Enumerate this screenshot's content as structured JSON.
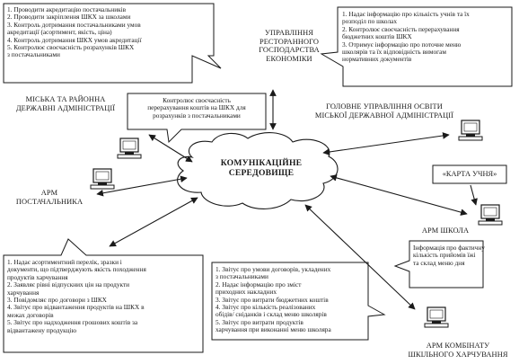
{
  "central": {
    "line1": "КОМУНІКАЦІЙНЕ",
    "line2": "СЕРЕДОВИЩЕ"
  },
  "nodes": {
    "municipal": {
      "line1": "МІСЬКА ТА РАЙОННА",
      "line2": "ДЕРЖАВНІ АДМІНІСТРАЦІЇ"
    },
    "restaurant": {
      "line1": "УПРАВЛІННЯ",
      "line2": "РЕСТОРАННОГО",
      "line3": "ГОСПОДАРСТВА",
      "line4": "ЕКОНОМІКИ"
    },
    "education": {
      "line1": "ГОЛОВНЕ УПРАВЛІННЯ ОСВІТИ",
      "line2": "МІСЬКОЇ ДЕРЖАВНОЇ АДМІНІСТРАЦІЇ"
    },
    "supplier": {
      "line1": "АРМ",
      "line2": "ПОСТАЧАЛЬНИКА"
    },
    "school": {
      "line1": "АРМ ШКОЛА"
    },
    "kombinat": {
      "line1": "АРМ КОМБІНАТУ",
      "line2": "ШКІЛЬНОГО ХАРЧУВАННЯ"
    }
  },
  "student_card": "«КАРТА УЧНЯ»",
  "callouts": {
    "top_left": [
      "1. Проводити акредитацію постачальників",
      "2. Проводити закріплення ШКХ за школами",
      "3. Контроль дотримання постачальниками умов",
      "акредитації (асортимент, якість, ціна)",
      "4. Контроль дотримання ШКХ умов акредитації",
      "5. Контролює своєчасність розрахунків ШКХ",
      "з постачальниками"
    ],
    "top_mid": [
      "Контролює своєчасність",
      "перерахування коштів на ШКХ для",
      "розрахунків з постачальниками"
    ],
    "top_right": [
      "1. Надає інформацію про кількість учнів та їх",
      "розподіл по школах",
      "2. Контролює своєчасність перерахування",
      "бюджетних коштів ШКХ",
      "3. Отримує інформацію про поточне меню",
      "школярів та їх відповідність вимогам",
      "нормативних документів"
    ],
    "bottom_left": [
      "1. Надає асортиментний перелік, зразки і",
      "документи, що підтверджують якість походження",
      "продуктів харчування",
      "2. Заявляє рівні відпускних цін на продукти",
      "харчування",
      "3. Повідомляє про договори з ШКХ",
      "4. Звітує про відвантаження продуктів на ШКХ в",
      "межах договорів",
      "5. Звітує про надходження грошових коштів за",
      "відвантажену продукцію"
    ],
    "bottom_mid": [
      "1. Звітує про умови договорів, укладених",
      "з постачальниками",
      "2. Надає інформацію про зміст",
      "приходних накладних",
      "3. Звітує про витрати бюджетних коштів",
      "4. Звітує про кількість реалізованих",
      "обідів/ сніданків і склад меню школярів",
      "5. Звітує про витрати продуктів",
      "харчування при виконанні меню школяра"
    ],
    "right_school": [
      "Інформація про фактичну",
      "кількість прийомів їжі",
      "та склад меню дня"
    ]
  }
}
